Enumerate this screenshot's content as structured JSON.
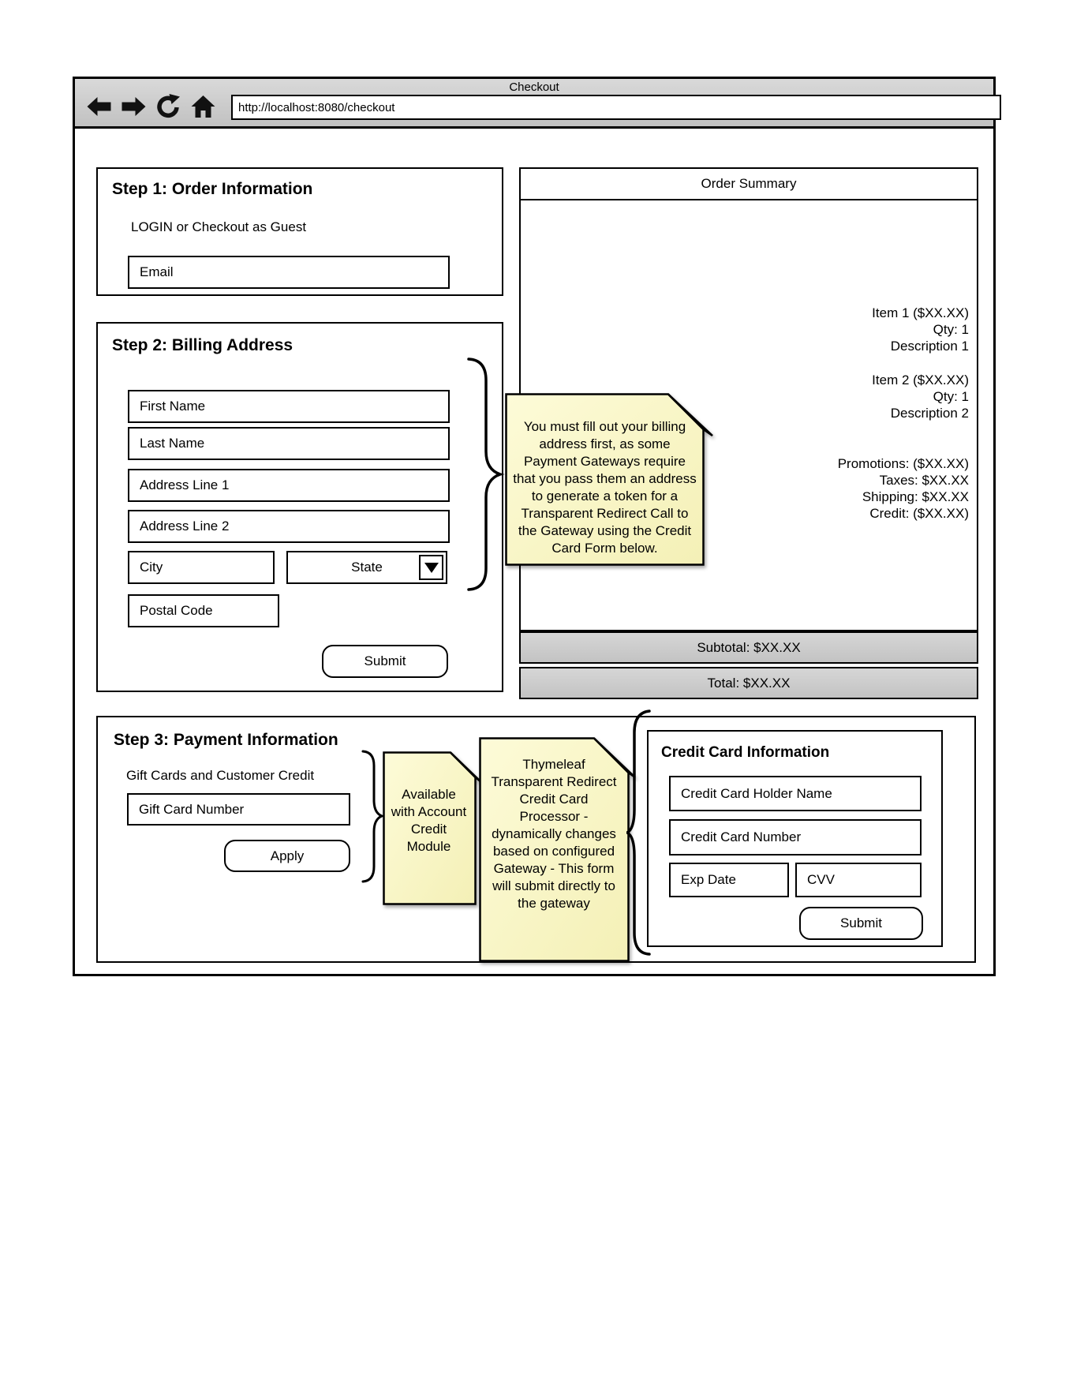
{
  "browser": {
    "title": "Checkout",
    "url": "http://localhost:8080/checkout"
  },
  "step1": {
    "heading": "Step 1: Order Information",
    "login_prompt": "LOGIN or Checkout as Guest",
    "email_placeholder": "Email"
  },
  "step2": {
    "heading": "Step 2: Billing Address",
    "first_name_placeholder": "First Name",
    "last_name_placeholder": "Last Name",
    "address1_placeholder": "Address Line 1",
    "address2_placeholder": "Address Line 2",
    "city_placeholder": "City",
    "state_label": "State",
    "postal_placeholder": "Postal Code",
    "submit_label": "Submit"
  },
  "billing_note": "You must fill out your billing address first, as some Payment Gateways require that you pass them an address to generate a token for a Transparent Redirect Call to the Gateway using the Credit Card Form below.",
  "order_summary": {
    "title": "Order Summary",
    "items": [
      {
        "name": "Item 1 ($XX.XX)",
        "qty": "Qty: 1",
        "desc": "Description 1"
      },
      {
        "name": "Item 2 ($XX.XX)",
        "qty": "Qty: 1",
        "desc": "Description 2"
      }
    ],
    "charges": [
      "Promotions: ($XX.XX)",
      "Taxes: $XX.XX",
      "Shipping: $XX.XX",
      "Credit: ($XX.XX)"
    ],
    "subtotal": "Subtotal: $XX.XX",
    "total": "Total: $XX.XX"
  },
  "step3": {
    "heading": "Step 3: Payment Information",
    "gift_section_label": "Gift Cards and Customer Credit",
    "gift_card_placeholder": "Gift Card Number",
    "apply_label": "Apply",
    "account_credit_note": "Available with Account Credit Module",
    "gateway_note": "Thymeleaf Transparent Redirect Credit Card Processor - dynamically changes based on configured Gateway - This form will submit directly to the gateway",
    "credit_card": {
      "heading": "Credit Card Information",
      "holder_placeholder": "Credit Card Holder Name",
      "number_placeholder": "Credit Card Number",
      "exp_placeholder": "Exp Date",
      "cvv_placeholder": "CVV",
      "submit_label": "Submit"
    }
  },
  "colors": {
    "note_yellow": "#fbf8c8",
    "note_fold": "#c9c496",
    "chrome_gray": "#cccccc",
    "bar_gray": "#cbcbcb",
    "border": "#000000"
  }
}
